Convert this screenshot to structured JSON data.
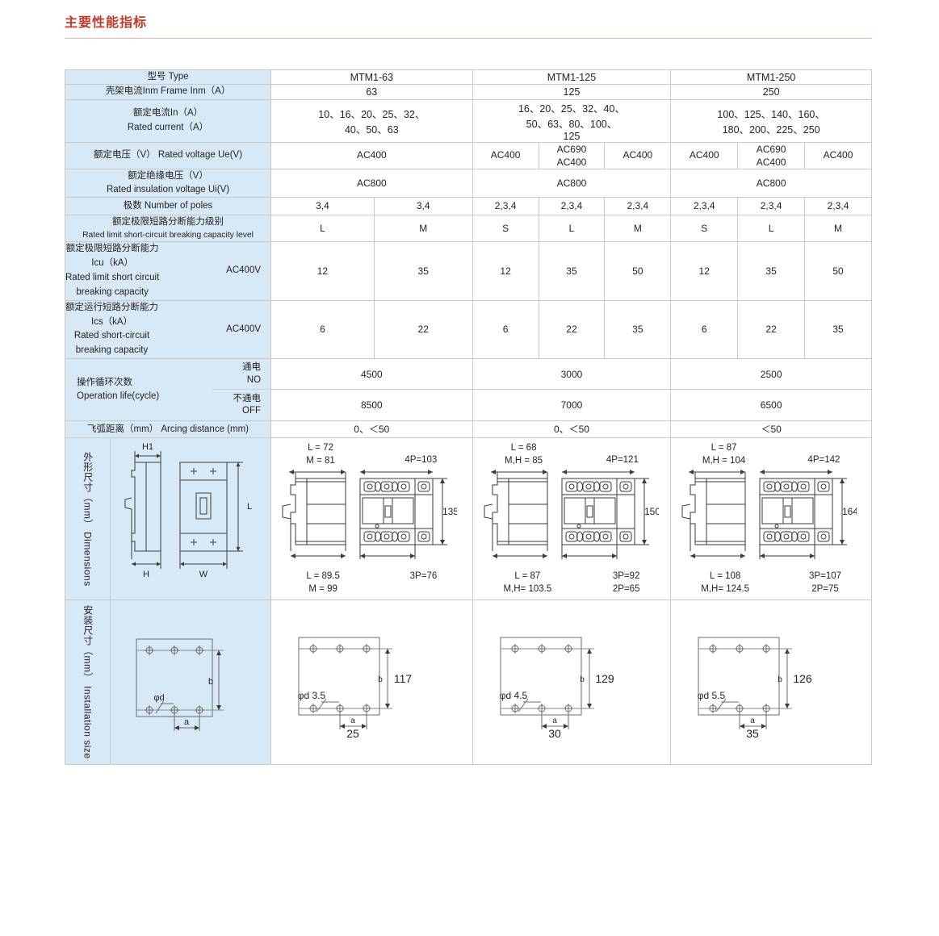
{
  "header": {
    "title": "主要性能指标"
  },
  "table": {
    "row_type": {
      "label": "型号 Type",
      "values": [
        "MTM1-63",
        "MTM1-125",
        "MTM1-250"
      ]
    },
    "row_frame": {
      "label": "壳架电流Inm  Frame Inm（A）",
      "values": [
        "63",
        "125",
        "250"
      ]
    },
    "row_rated_current": {
      "label_cn": "额定电流In（A）",
      "label_en": "Rated current（A）",
      "values": [
        "10、16、20、25、32、\n40、50、63",
        "16、20、25、32、40、\n50、63、80、100、\n125",
        "100、125、140、160、\n180、200、225、250"
      ]
    },
    "row_rated_voltage": {
      "label": "额定电压（V） Rated voltage Ue(V)",
      "cells": [
        "AC400",
        "AC400",
        "AC690\nAC400",
        "AC400",
        "AC400",
        "AC690\nAC400",
        "AC400"
      ]
    },
    "row_insulation_voltage": {
      "label_cn": "额定绝缘电压（V）",
      "label_en": "Rated insulation voltage Ui(V)",
      "values": [
        "AC800",
        "AC800",
        "AC800"
      ]
    },
    "row_poles": {
      "label": "极数 Number of poles",
      "cells": [
        "3,4",
        "3,4",
        "2,3,4",
        "2,3,4",
        "2,3,4",
        "2,3,4",
        "2,3,4",
        "2,3,4"
      ]
    },
    "row_capacity_level": {
      "label_cn": "额定极限短路分断能力级别",
      "label_en": "Rated limit short-circuit breaking capacity level",
      "cells": [
        "L",
        "M",
        "S",
        "L",
        "M",
        "S",
        "L",
        "M"
      ]
    },
    "row_icu": {
      "label_lines": [
        "额定极限短路分断能力",
        "Icu（kA）",
        "Rated limit short circuit",
        "breaking capacity"
      ],
      "sub": "AC400V",
      "cells": [
        "12",
        "35",
        "12",
        "35",
        "50",
        "12",
        "35",
        "50"
      ]
    },
    "row_ics": {
      "label_lines": [
        "额定运行短路分断能力",
        "Ics（kA）",
        "Rated short-circuit",
        "breaking capacity"
      ],
      "sub": "AC400V",
      "cells": [
        "6",
        "22",
        "6",
        "22",
        "35",
        "6",
        "22",
        "35"
      ]
    },
    "row_operation_life": {
      "label_cn": "操作循环次数",
      "label_en": "Operation life(cycle)",
      "sub_on_cn": "通电",
      "sub_on_en": "NO",
      "sub_off_cn": "不通电",
      "sub_off_en": "OFF",
      "values_on": [
        "4500",
        "3000",
        "2500"
      ],
      "values_off": [
        "8500",
        "7000",
        "6500"
      ]
    },
    "row_arcing": {
      "label": "飞弧距离（mm） Arcing distance (mm)",
      "values": [
        "0、＜50",
        "0、＜50",
        "＜50"
      ]
    },
    "row_dimensions": {
      "label_cn": "外形尺寸（mm）",
      "label_en": "Dimensions",
      "legend": {
        "h1": "H1",
        "h": "H",
        "w": "W",
        "l": "L"
      },
      "groups": [
        {
          "side_top": [
            "L  = 72",
            "M = 81"
          ],
          "side_bottom": [
            "L  = 89.5",
            "M = 99"
          ],
          "front_top": "4P=103",
          "front_bottom": [
            "3P=76"
          ],
          "height": "135"
        },
        {
          "side_top": [
            "L  = 68",
            "M,H = 85"
          ],
          "side_bottom": [
            "L  = 87",
            "M,H= 103.5"
          ],
          "front_top": "4P=121",
          "front_bottom": [
            "3P=92",
            "2P=65"
          ],
          "height": "150"
        },
        {
          "side_top": [
            "L  = 87",
            "M,H = 104"
          ],
          "side_bottom": [
            "L  = 108",
            "M,H= 124.5"
          ],
          "front_top": "4P=142",
          "front_bottom": [
            "3P=107",
            "2P=75"
          ],
          "height": "164"
        }
      ]
    },
    "row_installation": {
      "label_cn": "安装尺寸（mm）",
      "label_en": "Installation size",
      "legend": {
        "a": "a",
        "b": "b",
        "d": "φd"
      },
      "groups": [
        {
          "d": "φd 3.5",
          "b": "117",
          "a": "25"
        },
        {
          "d": "φd 4.5",
          "b": "129",
          "a": "30"
        },
        {
          "d": "φd 5.5",
          "b": "126",
          "a": "35"
        }
      ]
    }
  },
  "colors": {
    "title_red": "#c0392b",
    "label_blue": "#d7e9f6",
    "border_grey": "#c9c9c9",
    "text": "#231f20"
  }
}
